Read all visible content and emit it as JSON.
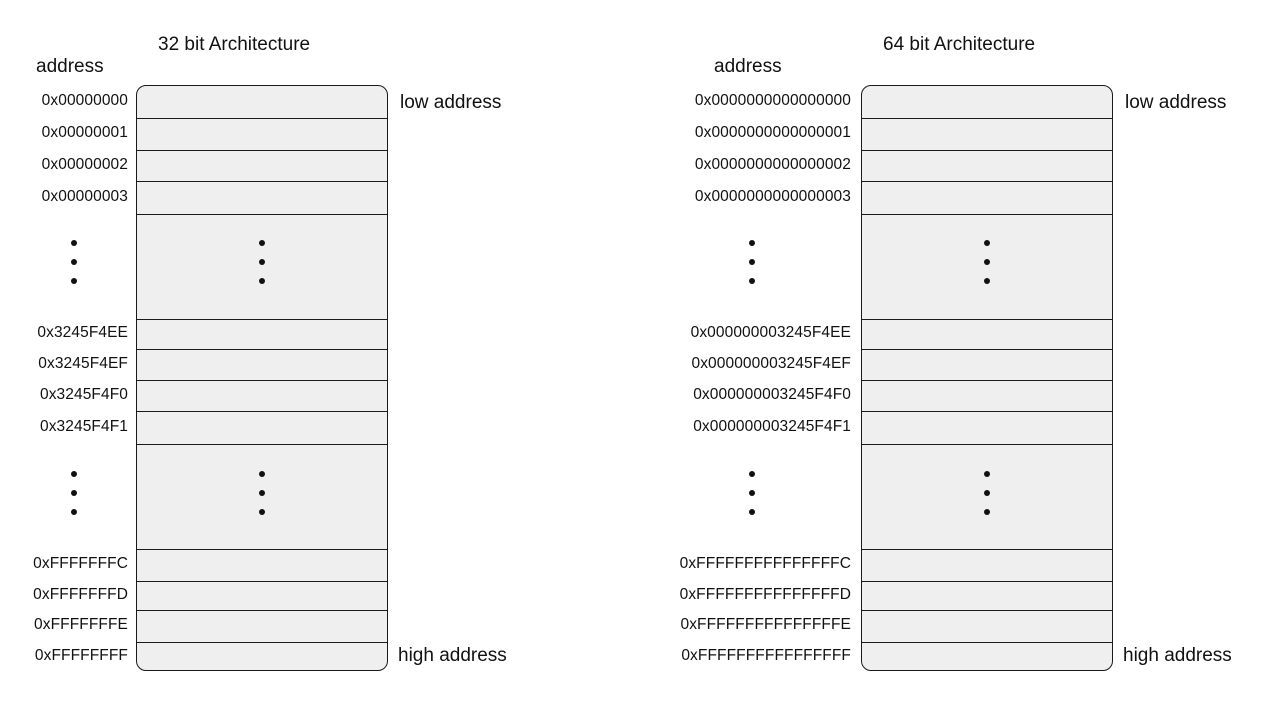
{
  "arch32": {
    "title": "32 bit Architecture",
    "address_header": "address",
    "low_label": "low address",
    "high_label": "high address",
    "addresses_top": [
      "0x00000000",
      "0x00000001",
      "0x00000002",
      "0x00000003"
    ],
    "addresses_mid": [
      "0x3245F4EE",
      "0x3245F4EF",
      "0x3245F4F0",
      "0x3245F4F1"
    ],
    "addresses_bottom": [
      "0xFFFFFFFC",
      "0xFFFFFFFD",
      "0xFFFFFFFE",
      "0xFFFFFFFF"
    ]
  },
  "arch64": {
    "title": "64 bit Architecture",
    "address_header": "address",
    "low_label": "low address",
    "high_label": "high address",
    "addresses_top": [
      "0x0000000000000000",
      "0x0000000000000001",
      "0x0000000000000002",
      "0x0000000000000003"
    ],
    "addresses_mid": [
      "0x000000003245F4EE",
      "0x000000003245F4EF",
      "0x000000003245F4F0",
      "0x000000003245F4F1"
    ],
    "addresses_bottom": [
      "0xFFFFFFFFFFFFFFFC",
      "0xFFFFFFFFFFFFFFFD",
      "0xFFFFFFFFFFFFFFFE",
      "0xFFFFFFFFFFFFFFFF"
    ]
  }
}
